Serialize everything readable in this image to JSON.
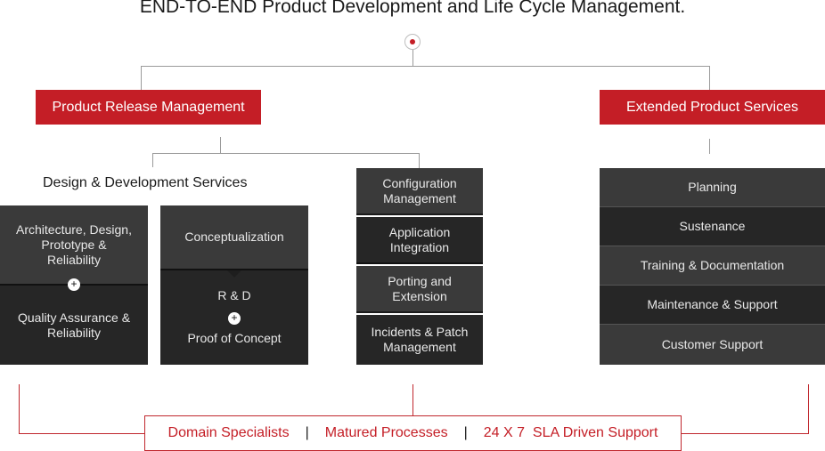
{
  "title": "END-TO-END Product Development and Life Cycle Management.",
  "left_branch": {
    "label": "Product Release Management",
    "design": {
      "heading": "Design & Development Services",
      "box_a": [
        "Architecture, Design, Prototype & Reliability",
        "Quality Assurance & Reliability"
      ],
      "box_b": [
        "Conceptualization",
        "R & D",
        "Proof of Concept"
      ]
    },
    "config_items": [
      "Configuration Management",
      "Application Integration",
      "Porting and Extension",
      "Incidents & Patch Management"
    ]
  },
  "right_branch": {
    "label": "Extended Product Services",
    "items": [
      "Planning",
      "Sustenance",
      "Training & Documentation",
      "Maintenance & Support",
      "Customer Support"
    ]
  },
  "footer": {
    "items": [
      "Domain Specialists",
      "Matured Processes",
      "24 X 7  SLA Driven Support"
    ],
    "separator": "|"
  },
  "colors": {
    "accent": "#c41e26",
    "dark_a": "#3a3a3a",
    "dark_b": "#262626"
  }
}
